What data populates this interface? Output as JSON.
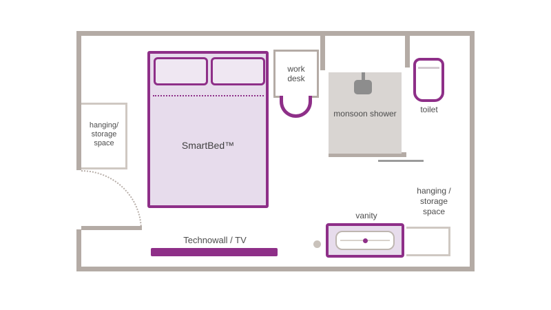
{
  "labels": {
    "bed": "SmartBed™",
    "work_desk": "work desk",
    "monsoon_shower": "monsoon shower",
    "toilet": "toilet",
    "storage_left": "hanging/ storage space",
    "storage_right": "hanging / storage space",
    "vanity": "vanity",
    "technowall": "Technowall / TV"
  },
  "colors": {
    "wall": "#b4aba5",
    "accent_purple": "#8e2f88",
    "bed_fill": "#e7dcec",
    "shower_fill": "#d9d5d2",
    "shower_head": "#8d8d8d",
    "text": "#4c4c4c"
  }
}
